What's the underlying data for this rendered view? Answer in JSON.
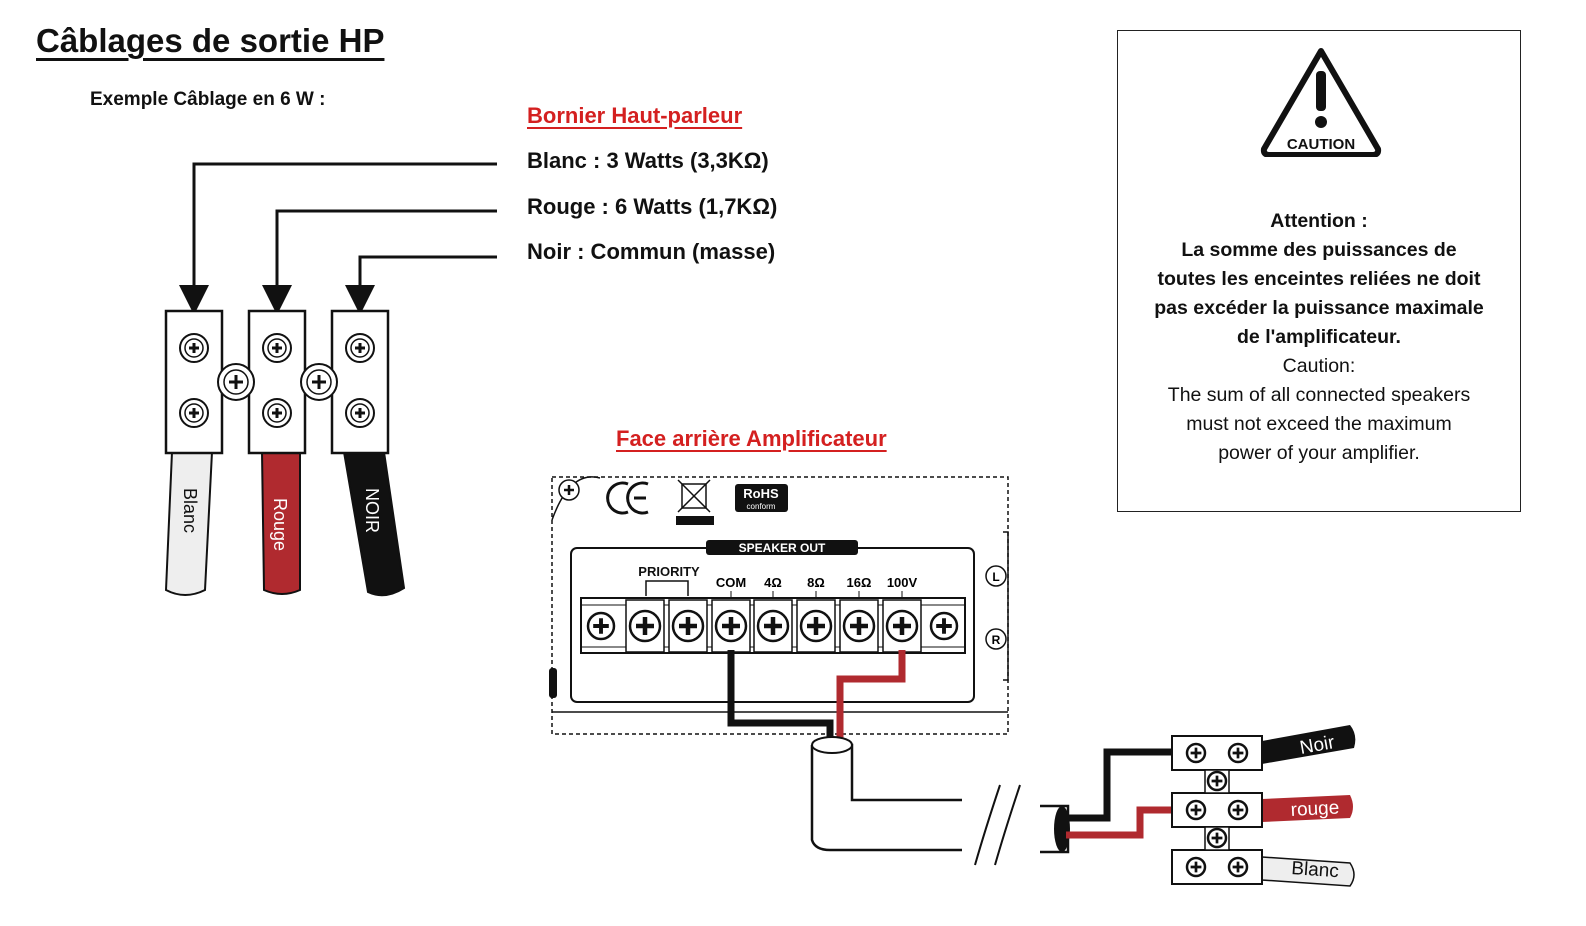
{
  "title": "Câblages de sortie HP",
  "subtitle": "Exemple Câblage en 6 W :",
  "bornier": {
    "heading": "Bornier Haut-parleur",
    "lines": [
      "Blanc : 3 Watts (3,3KΩ)",
      "Rouge : 6 Watts (1,7KΩ)",
      "Noir : Commun (masse)"
    ]
  },
  "wires": {
    "blanc": "Blanc",
    "rouge": "Rouge",
    "noir": "NOIR"
  },
  "amp": {
    "heading": "Face arrière Amplificateur",
    "rohs": "RoHS",
    "rohs_sub": "conform",
    "speaker_out": "SPEAKER OUT",
    "priority": "PRIORITY",
    "terminals": [
      "COM",
      "4Ω",
      "8Ω",
      "16Ω",
      "100V"
    ],
    "side_l": "L",
    "side_r": "R"
  },
  "connector": {
    "noir": "Noir",
    "rouge": "rouge",
    "blanc": "Blanc"
  },
  "caution": {
    "icon_label": "CAUTION",
    "fr_title": "Attention :",
    "fr_lines": [
      "La somme des puissances de",
      "toutes les enceintes reliées ne doit",
      "pas excéder la puissance maximale",
      "de l'amplificateur."
    ],
    "en_title": "Caution:",
    "en_lines": [
      "The sum of all connected speakers",
      "must not exceed the maximum",
      "power of your amplifier."
    ]
  },
  "colors": {
    "accent_red": "#d42020",
    "wire_red": "#b02a2f",
    "wire_black": "#111111",
    "wire_white": "#eeeeee"
  }
}
